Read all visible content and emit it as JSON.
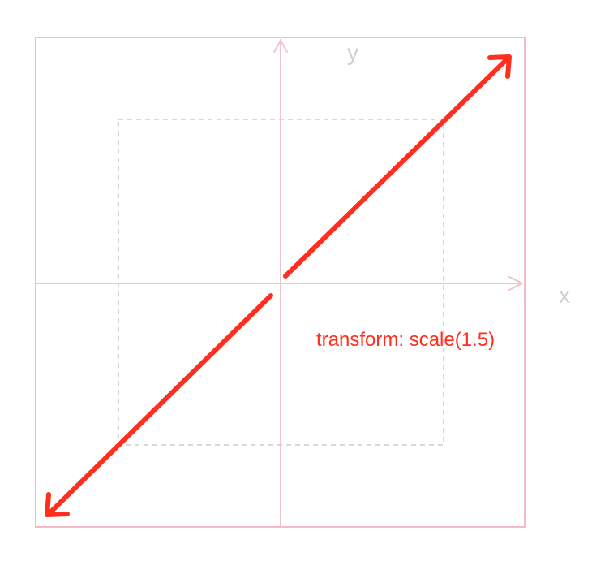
{
  "diagram": {
    "axis_x_label": "x",
    "axis_y_label": "y",
    "caption": "transform: scale(1.5)"
  },
  "colors": {
    "outer_frame": "#f4bcc6",
    "axis": "#f0c4cc",
    "original_box": "#cccccc",
    "arrow": "#ff2e1f",
    "caption": "#ff2e1f",
    "axis_label": "#cfcfcf"
  },
  "icons": {
    "scale_arrows": "double-headed-diagonal-arrow-icon",
    "axis_arrowheads": "chevron-arrow-icon"
  }
}
